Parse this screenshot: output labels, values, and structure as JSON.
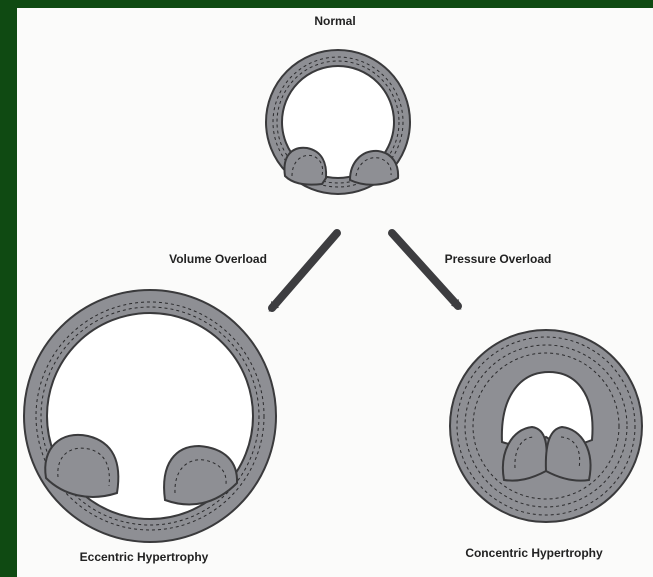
{
  "diagram": {
    "normal_label": "Normal",
    "volume_label": "Volume Overload",
    "pressure_label": "Pressure Overload",
    "eccentric_label": "Eccentric Hypertrophy",
    "concentric_label": "Concentric Hypertrophy"
  },
  "colors": {
    "frame": "#0f4a12",
    "background": "#fbfbfa",
    "wall": "#8e8f94",
    "wall_outline": "#3a3a3c",
    "dash": "#2a2a2c",
    "arrow": "#3d3d40"
  }
}
